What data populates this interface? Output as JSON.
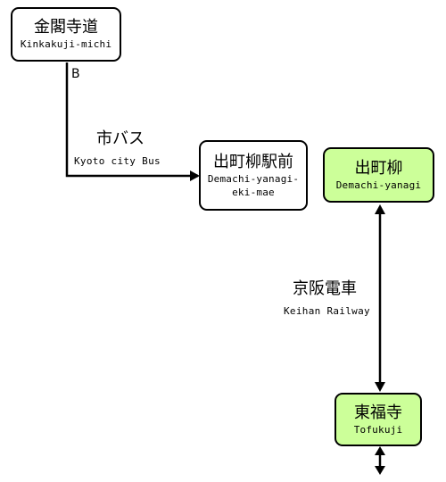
{
  "stations": {
    "kinkakuji": {
      "ja": "金閣寺道",
      "en": "Kinkakuji-michi"
    },
    "demachi_ekimae": {
      "ja": "出町柳駅前",
      "en_line1": "Demachi-yanagi-",
      "en_line2": "eki-mae"
    },
    "demachi": {
      "ja": "出町柳",
      "en": "Demachi-yanagi"
    },
    "tofukuji": {
      "ja": "東福寺",
      "en": "Tofukuji"
    }
  },
  "lines": {
    "bus": {
      "ja": "市バス",
      "en": "Kyoto city Bus",
      "stop": "B"
    },
    "keihan": {
      "ja": "京阪電車",
      "en": "Keihan Railway"
    }
  },
  "colors": {
    "station_fill": "#ffffff",
    "station_accent": "#ccff99",
    "line": "#000000"
  }
}
